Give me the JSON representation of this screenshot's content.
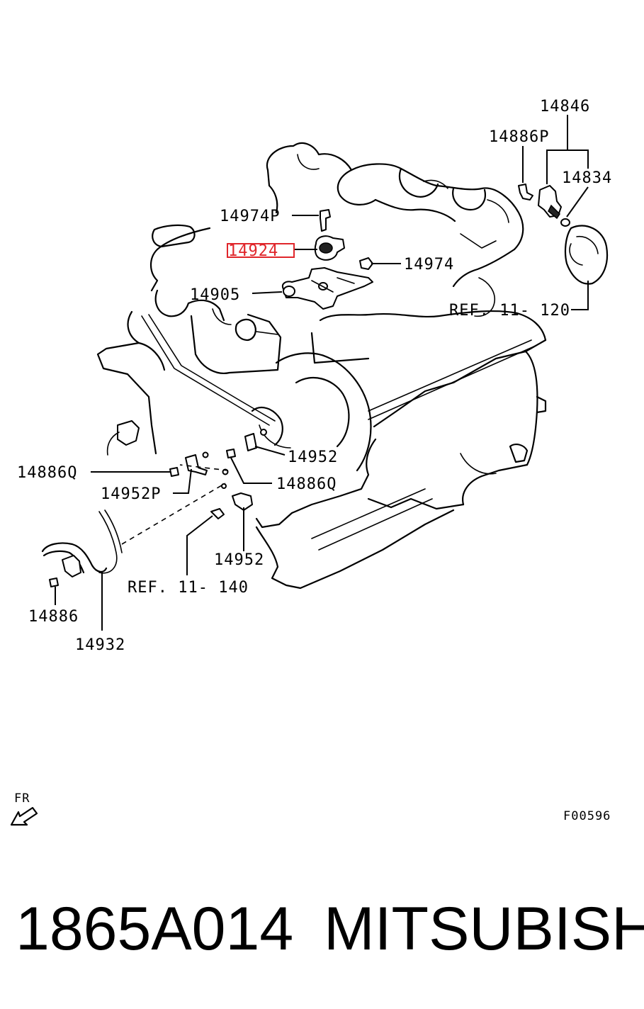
{
  "labels": {
    "p14846": "14846",
    "p14886P": "14886P",
    "p14834": "14834",
    "p14974P": "14974P",
    "p14924": "14924",
    "p14974": "14974",
    "p14905": "14905",
    "ref11_120": "REF. 11- 120",
    "p14952_a": "14952",
    "p14886Q_a": "14886Q",
    "p14952P": "14952P",
    "p14886Q_b": "14886Q",
    "p14952_b": "14952",
    "ref11_140": "REF. 11- 140",
    "p14886": "14886",
    "p14932": "14932",
    "fr": "FR",
    "figure_code": "F00596"
  },
  "highlight": {
    "part": "14924",
    "color": "#e0262b"
  },
  "footer": {
    "part_number": "1865A014",
    "brand": "MITSUBISHI"
  },
  "icons": [
    "front-arrow-icon"
  ]
}
